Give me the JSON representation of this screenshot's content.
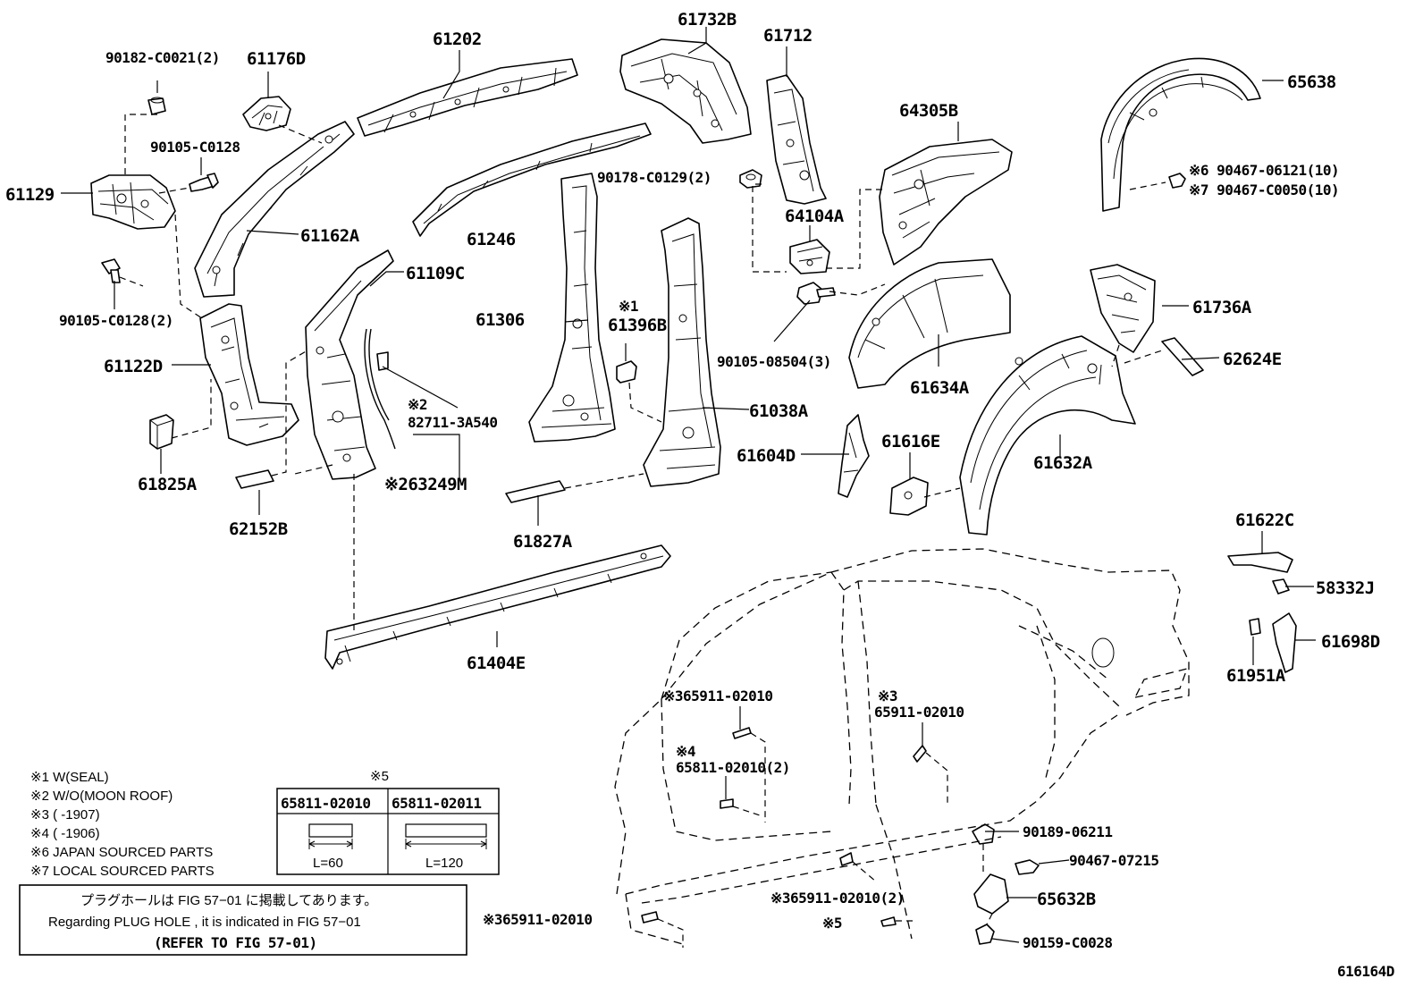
{
  "labels": {
    "p90182": "90182-C0021(2)",
    "p61176d": "61176D",
    "p61202": "61202",
    "p61732b": "61732B",
    "p61712": "61712",
    "p65638": "65638",
    "p90105a": "90105-C0128",
    "p61129": "61129",
    "p61162a": "61162A",
    "p90105b": "90105-C0128(2)",
    "p61246": "61246",
    "p90178": "90178-C0129(2)",
    "p64305b": "64305B",
    "p64104a": "64104A",
    "p90467a": "※6 90467-06121(10)",
    "p90467b": "※7 90467-C0050(10)",
    "p61109c": "61109C",
    "p61306": "61306",
    "p61396b_mark": "※1",
    "p61396b": "61396B",
    "p61736a": "61736A",
    "p90105c": "90105-08504(3)",
    "p61122d": "61122D",
    "p82711_mark": "※2",
    "p82711": "82711-3A540",
    "p61038a": "61038A",
    "p61634a": "61634A",
    "p62624e": "62624E",
    "p61825a": "61825A",
    "p63249m": "※263249M",
    "p61604d": "61604D",
    "p61616e": "61616E",
    "p61632a": "61632A",
    "p62152b": "62152B",
    "p61827a": "61827A",
    "p61622c": "61622C",
    "p58332j": "58332J",
    "p61698d": "61698D",
    "p61951a": "61951A",
    "p61404e": "61404E",
    "p65911a": "※365911-02010",
    "p65911b_mark": "※3",
    "p65911b": "65911-02010",
    "p65811_mark": "※4",
    "p65811": "65811-02010(2)",
    "p90189": "90189-06211",
    "p90467c": "90467-07215",
    "p65632b": "65632B",
    "p65911c": "※365911-02010(2)",
    "p65911d": "※365911-02010",
    "p5mark": "※5",
    "p90159": "90159-C0028",
    "figno": "616164D"
  },
  "notes": [
    "※1 W(SEAL)",
    "※2 W/O(MOON ROOF)",
    "※3 (      -1907)",
    "※4 (      -1906)",
    "※6 JAPAN SOURCED PARTS",
    "※7 LOCAL SOURCED PARTS"
  ],
  "table": {
    "mark": "※5",
    "col1": "65811-02010",
    "col2": "65811-02011",
    "len1": "L=60",
    "len2": "L=120"
  },
  "reference": {
    "jp": "プラグホールは FIG 57−01 に掲載してあります。",
    "en": "Regarding  PLUG  HOLE , it is indicated in  FIG  57−01",
    "refer": "(REFER TO FIG 57-01)"
  }
}
